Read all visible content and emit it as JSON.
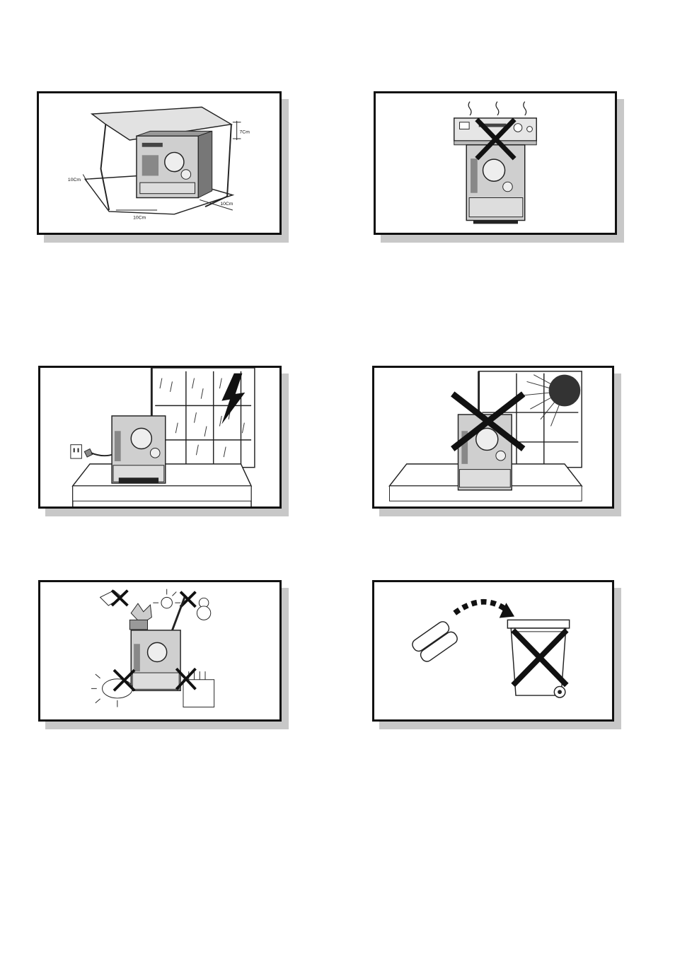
{
  "panels": [
    {
      "id": "ventilation-clearance",
      "labels": {
        "top": "7Cm",
        "left": "10Cm",
        "front": "10Cm",
        "right": "10Cm"
      }
    },
    {
      "id": "no-heat-source-on-top"
    },
    {
      "id": "unplug-during-lightning"
    },
    {
      "id": "avoid-direct-sunlight"
    },
    {
      "id": "avoid-extremes-and-moisture"
    },
    {
      "id": "battery-disposal"
    }
  ],
  "colors": {
    "frame": "#111111",
    "shadow": "#c8c8c8",
    "cross": "#111111",
    "unit-fill": "#bdbdbd"
  }
}
